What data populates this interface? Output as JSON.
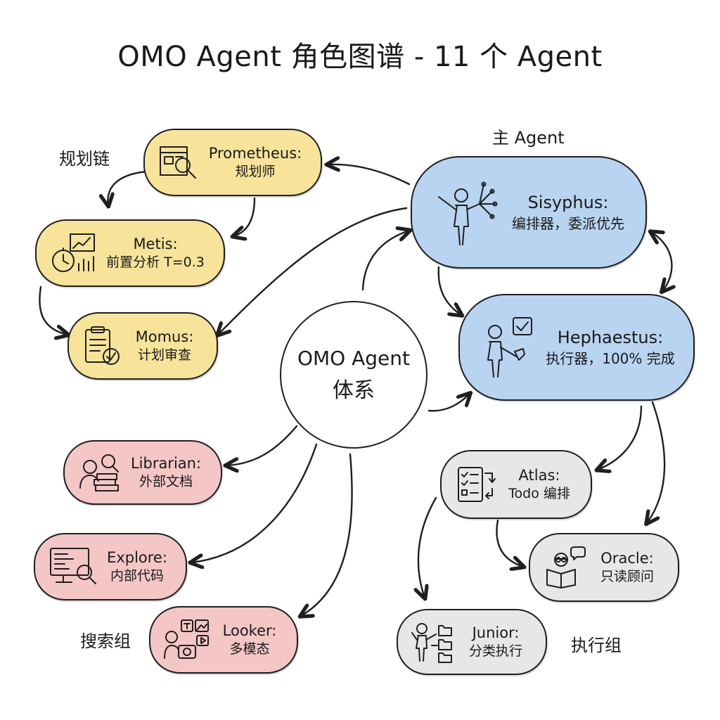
{
  "title": "OMO Agent 角色图谱 - 11 个 Agent",
  "groups": {
    "planning": "规划链",
    "main": "主 Agent",
    "search": "搜索组",
    "execution": "执行组"
  },
  "hub": {
    "line1": "OMO Agent",
    "line2": "体系"
  },
  "agents": {
    "prometheus": {
      "name": "Prometheus:",
      "role": "规划师",
      "icon": "blueprint-magnifier-icon",
      "color": "#f7e39a"
    },
    "metis": {
      "name": "Metis:",
      "role": "前置分析 T=0.3",
      "icon": "stopwatch-chart-icon",
      "color": "#f7e39a"
    },
    "momus": {
      "name": "Momus:",
      "role": "计划审查",
      "icon": "clipboard-check-icon",
      "color": "#f7e39a"
    },
    "sisyphus": {
      "name": "Sisyphus:",
      "role": "编排器，委派优先",
      "icon": "presenter-network-icon",
      "color": "#b9d4f0"
    },
    "hephaestus": {
      "name": "Hephaestus:",
      "role": "执行器，100% 完成",
      "icon": "worker-hammer-check-icon",
      "color": "#b9d4f0"
    },
    "librarian": {
      "name": "Librarian:",
      "role": "外部文档",
      "icon": "reader-books-icon",
      "color": "#f4c6c6"
    },
    "explore": {
      "name": "Explore:",
      "role": "内部代码",
      "icon": "monitor-code-search-icon",
      "color": "#f4c6c6"
    },
    "looker": {
      "name": "Looker:",
      "role": "多模态",
      "icon": "person-media-icon",
      "color": "#f4c6c6"
    },
    "atlas": {
      "name": "Atlas:",
      "role": "Todo 编排",
      "icon": "checklist-arrows-icon",
      "color": "#e7e7e7"
    },
    "oracle": {
      "name": "Oracle:",
      "role": "只读顾问",
      "icon": "reader-speech-icon",
      "color": "#e7e7e7"
    },
    "junior": {
      "name": "Junior:",
      "role": "分类执行",
      "icon": "presenter-folders-icon",
      "color": "#e7e7e7"
    }
  }
}
